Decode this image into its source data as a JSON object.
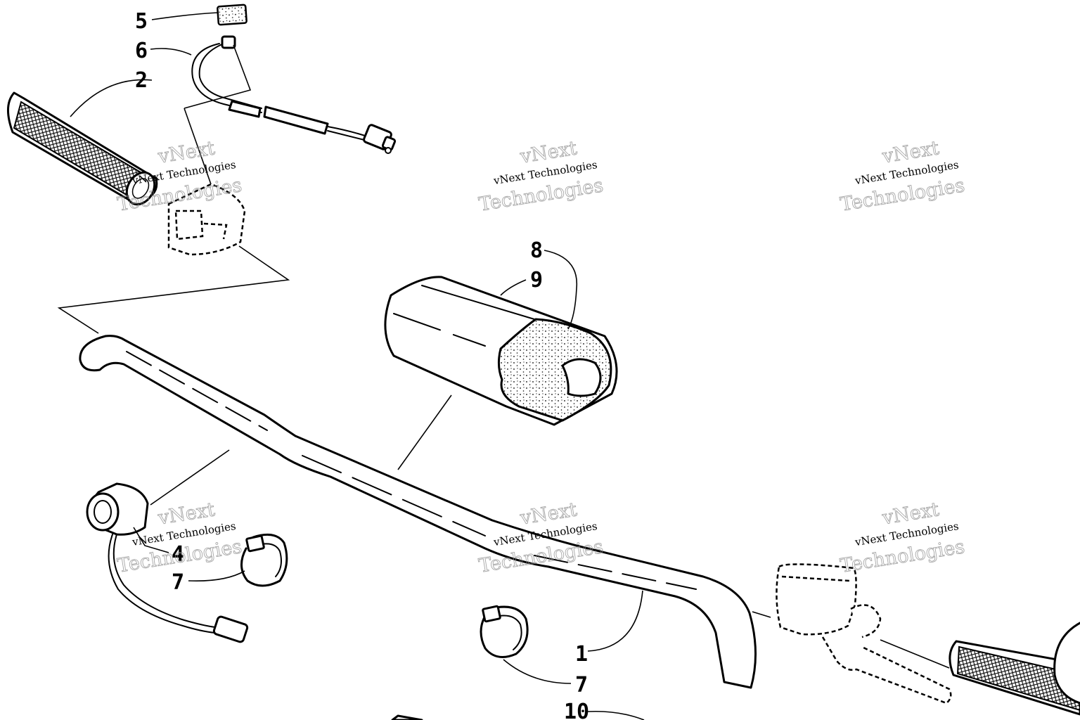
{
  "callouts": {
    "c1": "1",
    "c2": "2",
    "c4": "4",
    "c5": "5",
    "c6": "6",
    "c7a": "7",
    "c7b": "7",
    "c8": "8",
    "c9": "9",
    "c10": "10"
  },
  "watermark": {
    "line1": "vNext",
    "line2": "vNext Technologies",
    "line3": "Technologies"
  },
  "colors": {
    "ink": "#000000",
    "paper": "#ffffff",
    "watermark": "#8a8a8a"
  }
}
